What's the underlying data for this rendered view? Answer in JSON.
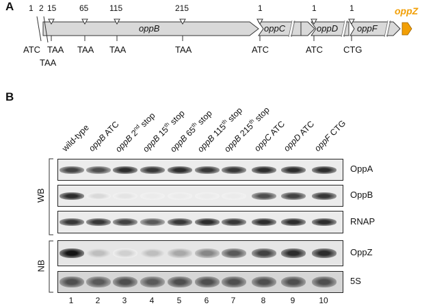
{
  "panel_a": {
    "label": "A",
    "top_numbers": [
      "1",
      "2",
      "15",
      "65",
      "115",
      "215"
    ],
    "genes": {
      "oppB": "oppB",
      "oppC": "oppC",
      "oppD": "oppD",
      "oppF": "oppF",
      "oppZ": "oppZ"
    },
    "gene_start_numbers": [
      "1",
      "1",
      "1"
    ],
    "codons": {
      "oppB_start": "ATC",
      "stop2": "TAA",
      "stop15": "TAA",
      "stop65": "TAA",
      "stop115": "TAA",
      "stop215": "TAA",
      "oppC_start": "ATC",
      "oppD_start": "ATC",
      "oppF_start": "CTG"
    },
    "colors": {
      "arrow_fill": "#d9d9d9",
      "oppZ": "#f29f05"
    }
  },
  "panel_b": {
    "label": "B",
    "lanes": [
      {
        "gene": "",
        "text": "wild-type",
        "sup": "",
        "tail": ""
      },
      {
        "gene": "oppB",
        "text": " ATC",
        "sup": "",
        "tail": ""
      },
      {
        "gene": "oppB",
        "text": " 2",
        "sup": "nd",
        "tail": " stop"
      },
      {
        "gene": "oppB",
        "text": " 15",
        "sup": "th",
        "tail": " stop"
      },
      {
        "gene": "oppB",
        "text": " 65",
        "sup": "th",
        "tail": " stop"
      },
      {
        "gene": "oppB",
        "text": " 115",
        "sup": "th",
        "tail": " stop"
      },
      {
        "gene": "oppB",
        "text": " 215",
        "sup": "th",
        "tail": " stop"
      },
      {
        "gene": "oppC",
        "text": " ATC",
        "sup": "",
        "tail": ""
      },
      {
        "gene": "oppD",
        "text": " ATC",
        "sup": "",
        "tail": ""
      },
      {
        "gene": "oppF",
        "text": " CTG",
        "sup": "",
        "tail": ""
      }
    ],
    "lane_numbers": [
      "1",
      "2",
      "3",
      "4",
      "5",
      "6",
      "7",
      "8",
      "9",
      "10"
    ],
    "groups": {
      "wb": "WB",
      "nb": "NB"
    },
    "blots": [
      {
        "name": "OppA",
        "intensities": [
          0.75,
          0.7,
          0.85,
          0.8,
          0.85,
          0.8,
          0.8,
          0.85,
          0.85,
          0.85
        ]
      },
      {
        "name": "OppB",
        "intensities": [
          0.85,
          0.08,
          0.03,
          0.0,
          0.0,
          0.0,
          0.0,
          0.7,
          0.75,
          0.8
        ]
      },
      {
        "name": "RNAP",
        "intensities": [
          0.8,
          0.8,
          0.75,
          0.65,
          0.8,
          0.85,
          0.8,
          0.85,
          0.85,
          0.85
        ]
      },
      {
        "name": "OppZ",
        "intensities": [
          0.95,
          0.2,
          0.12,
          0.2,
          0.3,
          0.45,
          0.65,
          0.75,
          0.85,
          0.85
        ]
      },
      {
        "name": "5S",
        "intensities": [
          0.7,
          0.65,
          0.7,
          0.65,
          0.7,
          0.7,
          0.7,
          0.7,
          0.7,
          0.7
        ]
      }
    ]
  }
}
